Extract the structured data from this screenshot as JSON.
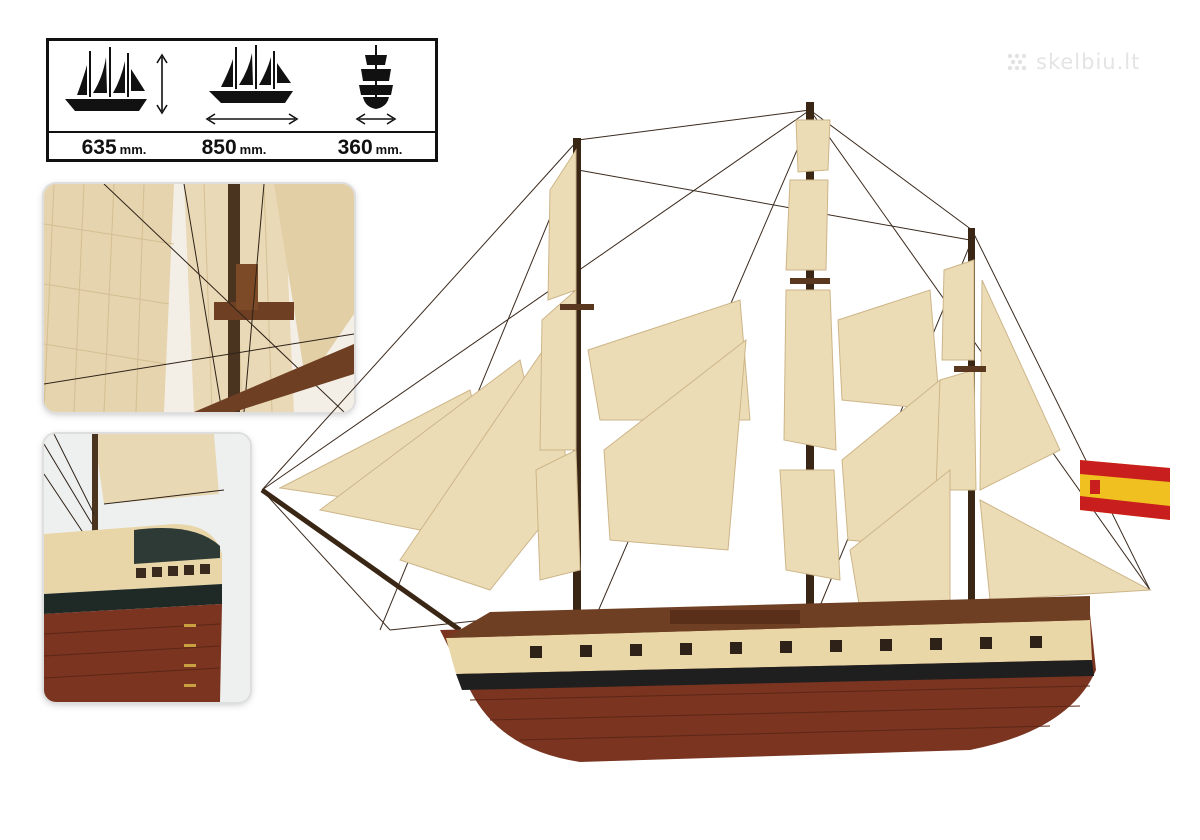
{
  "specs": {
    "height": {
      "value": "635",
      "unit": "mm."
    },
    "length": {
      "value": "850",
      "unit": "mm."
    },
    "beam": {
      "value": "360",
      "unit": "mm."
    }
  },
  "icons": {
    "height": "ship-side-height-icon",
    "length": "ship-side-length-icon",
    "beam": "ship-front-beam-icon"
  },
  "watermark": {
    "text": "skelbiu.lt"
  },
  "flag": {
    "country": "Spain",
    "colors": [
      "#c81e1e",
      "#f0c020"
    ]
  },
  "colors": {
    "hull": "#7a3420",
    "sail": "#ecdcb6",
    "rigging": "#3a2a1e",
    "deck_band": "#e9d7a8"
  }
}
